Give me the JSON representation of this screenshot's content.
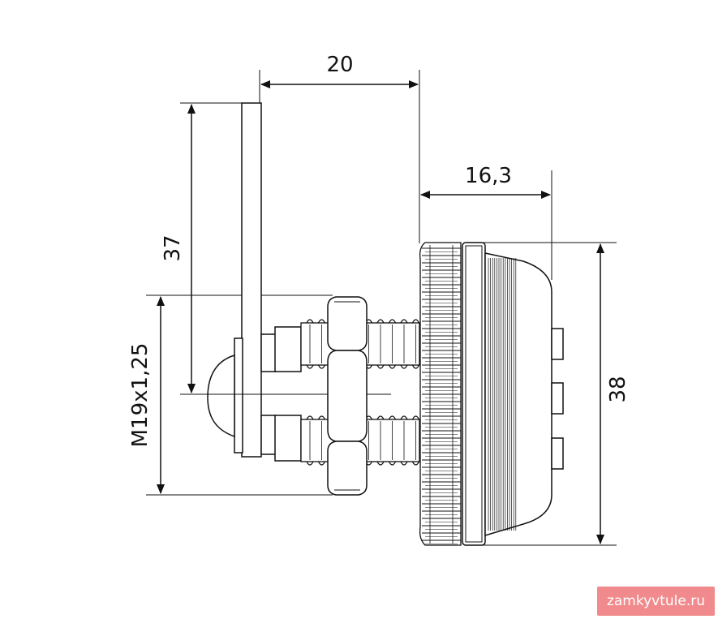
{
  "dimensions": {
    "cam_offset": "20",
    "cam_length": "37",
    "thread_spec": "M19x1,25",
    "head_depth": "16,3",
    "head_diameter": "38"
  },
  "watermark": "zamkyvtule.ru",
  "colors": {
    "line": "#111111",
    "badge_bg": "#f08a8c",
    "badge_text": "#ffffff"
  }
}
